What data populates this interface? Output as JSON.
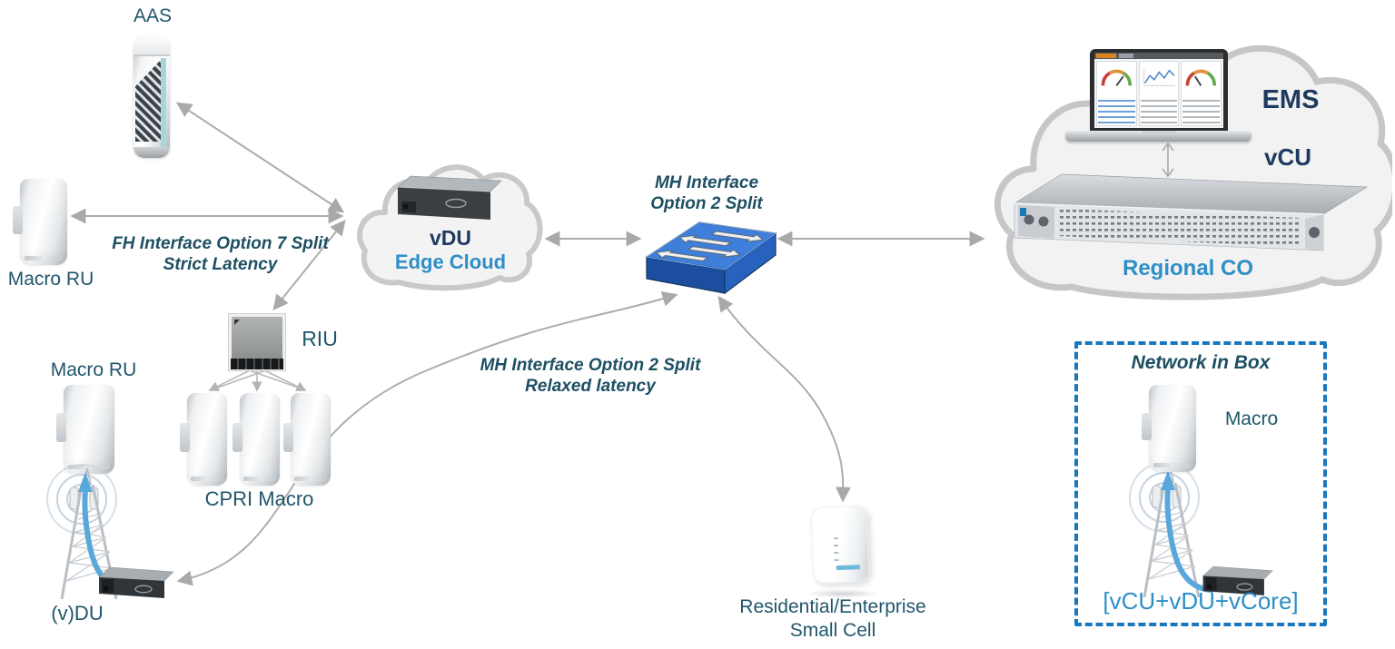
{
  "labels": {
    "aas": "AAS",
    "macro_ru_top": "Macro RU",
    "fh_line1": "FH Interface Option 7 Split",
    "fh_line2": "Strict Latency",
    "vdu_title": "vDU",
    "vdu_subtitle": "Edge Cloud",
    "mh_top_line1": "MH Interface",
    "mh_top_line2": "Option 2 Split",
    "ems": "EMS",
    "vcu": "vCU",
    "regional_co": "Regional CO",
    "riu": "RIU",
    "cpri_macro": "CPRI Macro",
    "macro_ru_bottom": "Macro RU",
    "vdu_site": "(v)DU",
    "mh_bottom_line1": "MH Interface Option 2 Split",
    "mh_bottom_line2": "Relaxed latency",
    "small_cell_line1": "Residential/Enterprise",
    "small_cell_line2": "Small Cell",
    "nib_title": "Network in Box",
    "nib_macro": "Macro",
    "nib_caption": "[vCU+vDU+vCore]"
  },
  "colors": {
    "teal_label": "#20566B",
    "interface_label": "#1D4F63",
    "navy_label": "#1F3A5F",
    "blue_label": "#2E8FC7",
    "arrow_gray": "#A9A9A9",
    "nib_border_blue": "#1878BE",
    "switch_blue": "#2163C8",
    "tower_arrow_blue": "#5AA7DC",
    "cloud_fill": "#F3F3F3",
    "cloud_stroke": "#C7C7C7"
  },
  "icons": {
    "aas_antenna": "aas-antenna-icon",
    "macro_ru_antenna": "macro-ru-antenna-icon",
    "cloud": "cloud-icon",
    "edge_server": "edge-server-icon",
    "switch": "ethernet-switch-icon",
    "laptop_dashboard": "laptop-dashboard-icon",
    "rack_server": "rack-server-icon",
    "riu_box": "riu-box-icon",
    "cpri_antenna": "cpri-antenna-icon",
    "cell_tower": "cell-tower-icon",
    "radio_waves": "radio-waves-icon",
    "baseband_server": "baseband-server-icon",
    "small_cell": "small-cell-icon"
  }
}
